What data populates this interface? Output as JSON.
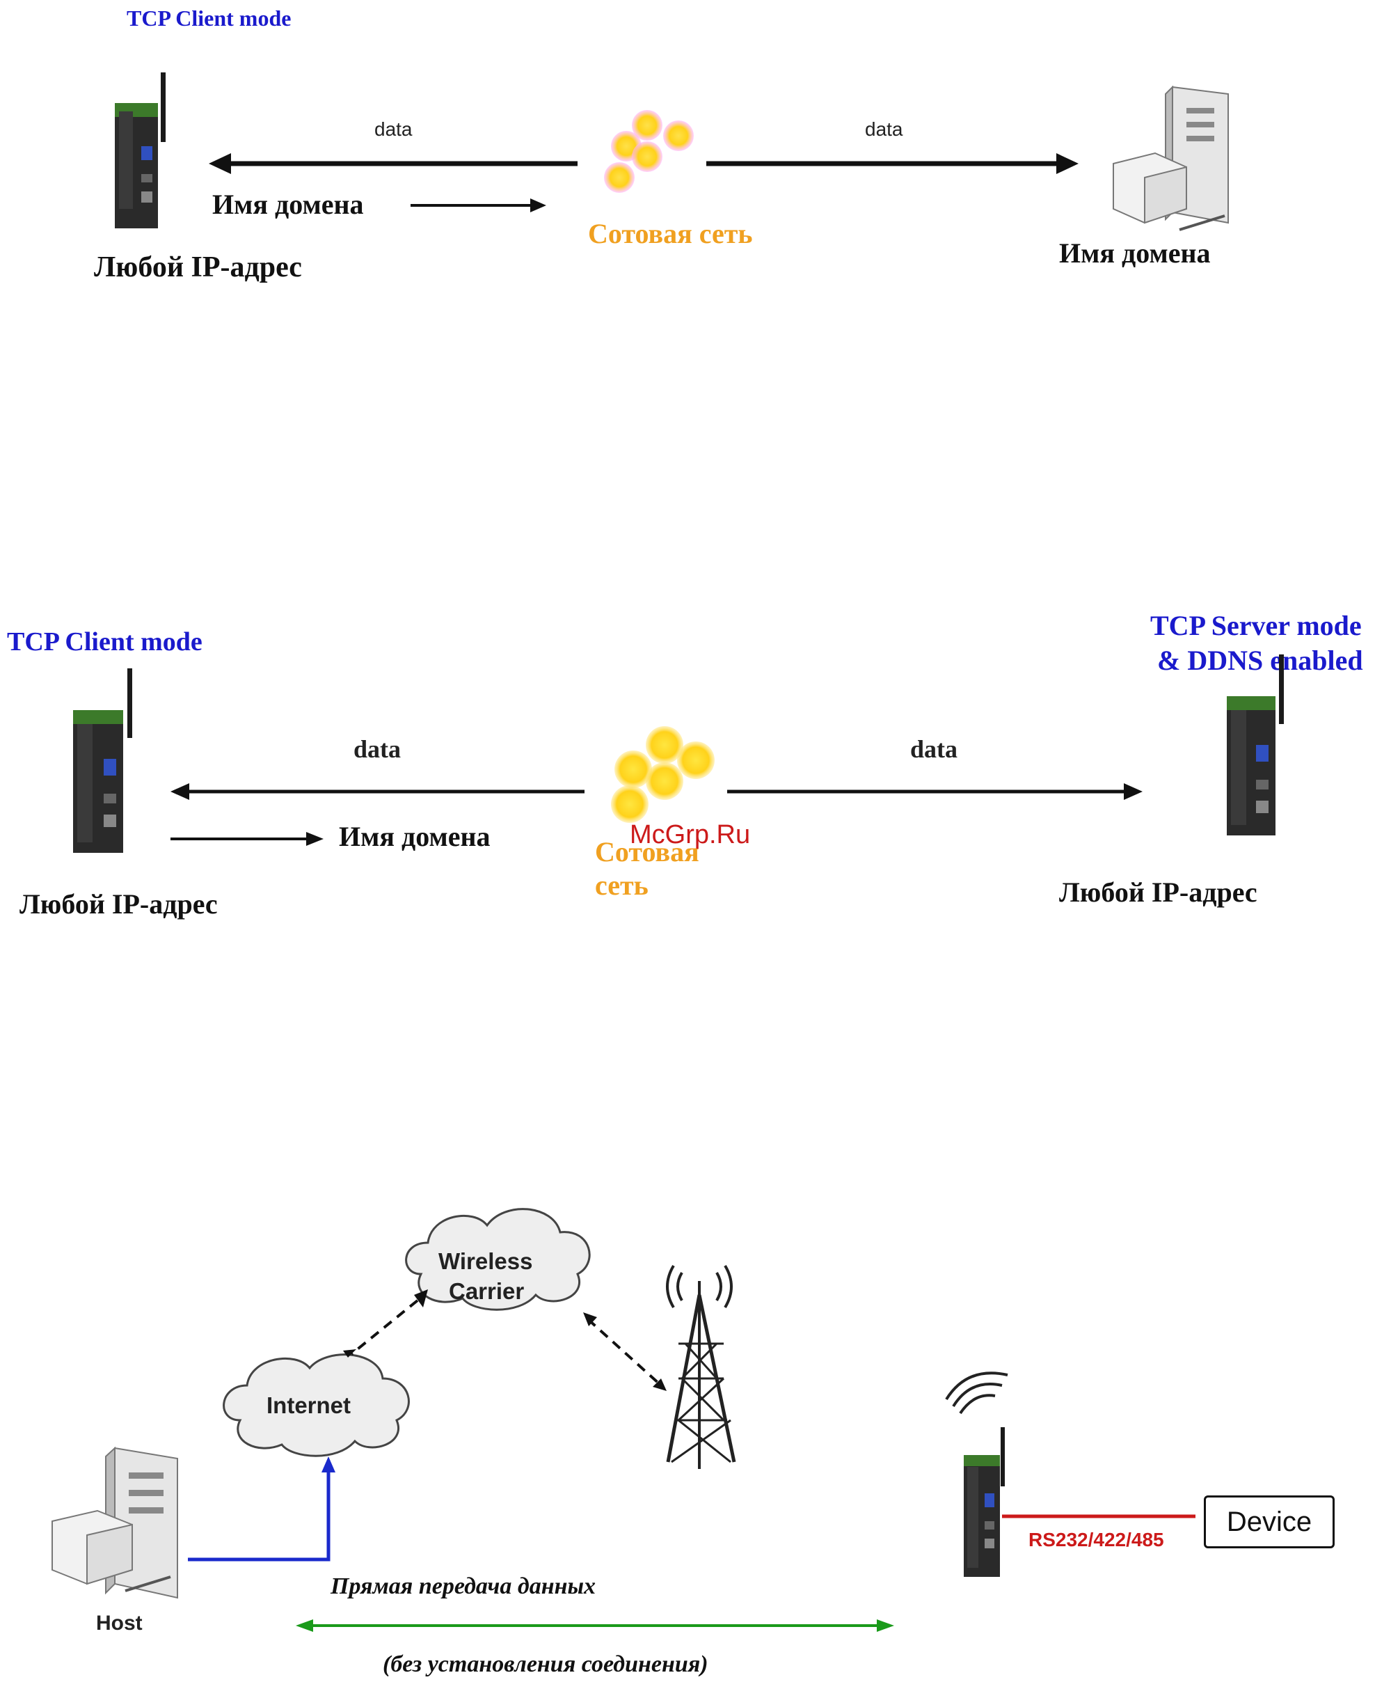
{
  "diagram1": {
    "mode_label": "TCP Client mode",
    "data_left": "data",
    "data_right": "data",
    "domain_left": "Имя домена",
    "cellular": "Сотовая сеть",
    "ip_left": "Любой IP-адрес",
    "domain_right": "Имя домена"
  },
  "diagram2": {
    "client_label": "TCP Client mode",
    "server_label_1": "TCP Server mode",
    "server_label_2": "& DDNS enabled",
    "data_left": "data",
    "data_right": "data",
    "domain": "Имя домена",
    "cellular_1": "Сотовая",
    "cellular_2": "сеть",
    "ip_left": "Любой IP-адрес",
    "ip_right": "Любой IP-адрес",
    "watermark": "McGrp.Ru"
  },
  "diagram3": {
    "wireless_1": "Wireless",
    "wireless_2": "Carrier",
    "internet": "Internet",
    "device": "Device",
    "serial": "RS232/422/485",
    "host": "Host",
    "direct_1": "Прямая передача данных",
    "direct_2": "(без установления соединения)"
  },
  "colors": {
    "title_blue": "#1a1acc",
    "cellular_orange": "#f0a020",
    "serial_red": "#cc1a1a",
    "host_link_blue": "#1a2acc",
    "direct_green": "#1a9a1a"
  }
}
